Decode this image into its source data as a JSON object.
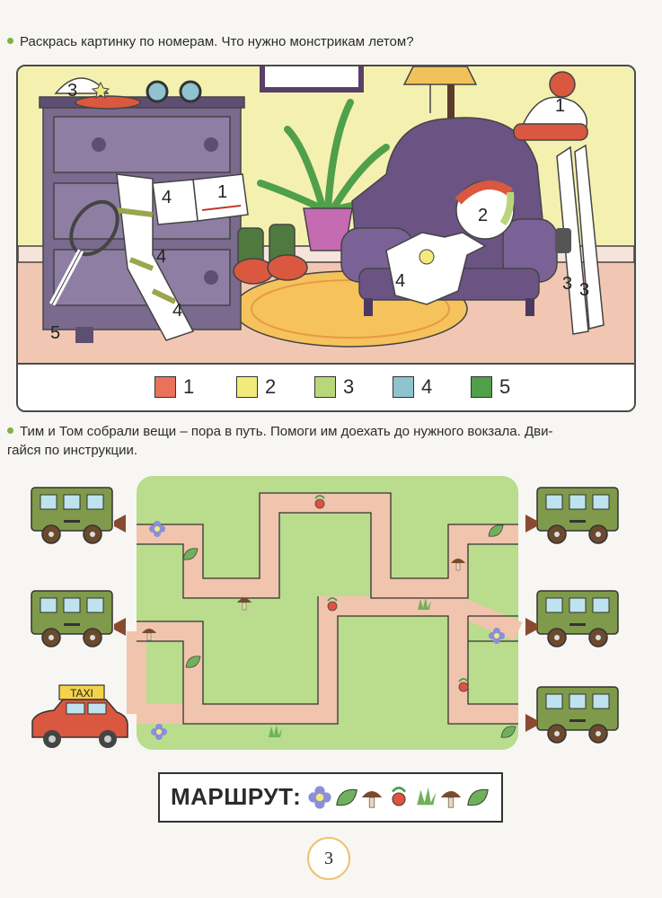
{
  "task1": {
    "text": "Раскрась картинку по номерам. Что нужно монстрикам летом?"
  },
  "task2": {
    "line1": "Тим и Том собрали вещи – пора в путь. Помоги им доехать до нужного вокзала. Дви-",
    "line2": "гайся по инструкции."
  },
  "picture_numbers": [
    "3",
    "1",
    "4",
    "1",
    "2",
    "4",
    "4",
    "4",
    "5",
    "3",
    "3"
  ],
  "legend": [
    {
      "num": "1",
      "color": "#e8735a"
    },
    {
      "num": "2",
      "color": "#f3ea7c"
    },
    {
      "num": "3",
      "color": "#b9d77a"
    },
    {
      "num": "4",
      "color": "#8ec3cf"
    },
    {
      "num": "5",
      "color": "#4f9f4b"
    }
  ],
  "taxi_sign": "TAXI",
  "route": {
    "label": "МАРШРУТ:",
    "steps": [
      "flower-icon",
      "leaf-icon",
      "mushroom-icon",
      "berry-icon",
      "grass-icon",
      "mushroom-icon",
      "leaf-icon"
    ]
  },
  "page_number": "3"
}
